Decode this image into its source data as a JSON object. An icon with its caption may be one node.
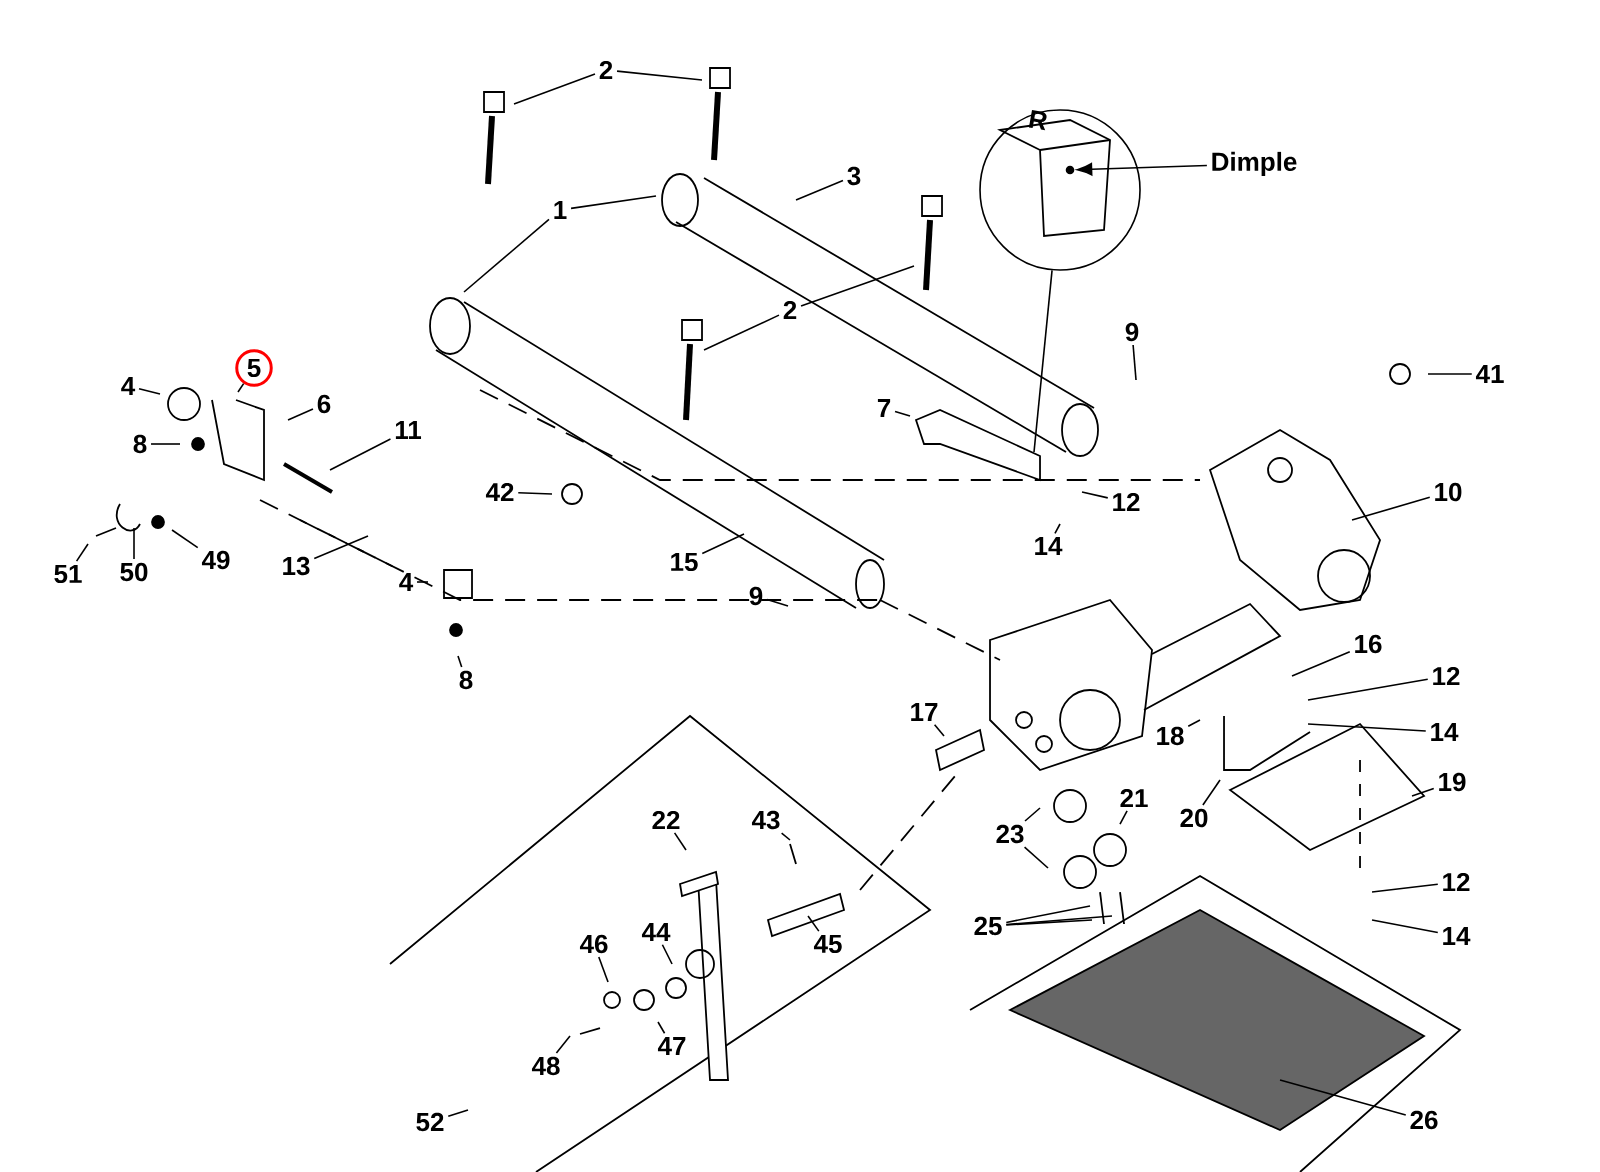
{
  "diagram": {
    "nodes": [
      {
        "text": [
          "2"
        ]
      },
      {
        "text": [
          "Dimple"
        ]
      },
      {
        "text": [],
        "shape": "circle"
      },
      {
        "text": [
          "3"
        ]
      },
      {
        "text": [
          "1"
        ]
      },
      {
        "text": [
          "2"
        ]
      },
      {
        "text": [
          "9"
        ]
      },
      {
        "text": [
          "5"
        ]
      },
      {
        "text": [
          "41"
        ]
      },
      {
        "text": [
          "4"
        ]
      },
      {
        "text": [
          "6"
        ]
      },
      {
        "text": [
          "7"
        ]
      },
      {
        "text": [
          "11"
        ]
      },
      {
        "text": [
          "8"
        ]
      },
      {
        "text": [
          "42"
        ]
      },
      {
        "text": [
          "10"
        ]
      },
      {
        "text": [
          "12"
        ]
      },
      {
        "text": [
          "14"
        ]
      },
      {
        "text": [
          "49"
        ]
      },
      {
        "text": [
          "15"
        ]
      },
      {
        "text": [
          "13"
        ]
      },
      {
        "text": [
          "51"
        ]
      },
      {
        "text": [
          "50"
        ]
      },
      {
        "text": [
          "4"
        ]
      },
      {
        "text": [
          "9"
        ]
      },
      {
        "text": [
          "16"
        ]
      },
      {
        "text": [
          "12"
        ]
      },
      {
        "text": [
          "8"
        ]
      },
      {
        "text": [
          "17"
        ]
      },
      {
        "text": [
          "14"
        ]
      },
      {
        "text": [
          "18"
        ]
      },
      {
        "text": [
          "19"
        ]
      },
      {
        "text": [
          "21"
        ]
      },
      {
        "text": [
          "20"
        ]
      },
      {
        "text": [
          "22"
        ]
      },
      {
        "text": [
          "43"
        ]
      },
      {
        "text": [
          "23"
        ]
      },
      {
        "text": [
          "12"
        ]
      },
      {
        "text": [
          "25"
        ]
      },
      {
        "text": [
          "44"
        ]
      },
      {
        "text": [
          "14"
        ]
      },
      {
        "text": [
          "46"
        ]
      },
      {
        "text": [
          "45"
        ]
      },
      {
        "text": [
          "47"
        ]
      },
      {
        "text": [
          "48"
        ]
      },
      {
        "text": [
          "26"
        ]
      },
      {
        "text": [
          "52"
        ]
      },
      {
        "text": [],
        "shape": "circle",
        "in": 2
      }
    ],
    "edges": [
      {
        "from": 0,
        "to": null,
        "arrow": "none"
      },
      {
        "from": 0,
        "to": null,
        "arrow": "none"
      },
      {
        "from": 1,
        "to": 47,
        "arrow": "to"
      },
      {
        "from": 2,
        "to": null,
        "arrow": "none"
      },
      {
        "from": 3,
        "to": null,
        "arrow": "none"
      },
      {
        "from": 4,
        "to": null,
        "arrow": "none"
      },
      {
        "from": 4,
        "to": null,
        "arrow": "none"
      },
      {
        "from": 5,
        "to": null,
        "arrow": "none"
      },
      {
        "from": 5,
        "to": null,
        "arrow": "none"
      },
      {
        "from": 6,
        "to": null,
        "arrow": "none"
      },
      {
        "from": 7,
        "to": null,
        "arrow": "none"
      },
      {
        "from": 8,
        "to": null,
        "arrow": "none"
      },
      {
        "from": 9,
        "to": null,
        "arrow": "none"
      },
      {
        "from": 10,
        "to": null,
        "arrow": "none"
      },
      {
        "from": 11,
        "to": null,
        "arrow": "none"
      },
      {
        "from": 12,
        "to": null,
        "arrow": "none"
      },
      {
        "from": 13,
        "to": null,
        "arrow": "none"
      },
      {
        "from": 14,
        "to": null,
        "arrow": "none"
      },
      {
        "from": 15,
        "to": null,
        "arrow": "none"
      },
      {
        "from": 16,
        "to": null,
        "arrow": "none"
      },
      {
        "from": 17,
        "to": null,
        "arrow": "none"
      },
      {
        "from": 18,
        "to": null,
        "arrow": "none"
      },
      {
        "from": 19,
        "to": null,
        "arrow": "none"
      },
      {
        "from": 20,
        "to": null,
        "arrow": "none"
      },
      {
        "from": 21,
        "to": null,
        "arrow": "none"
      },
      {
        "from": 22,
        "to": null,
        "arrow": "none"
      },
      {
        "from": 23,
        "to": null,
        "arrow": "none"
      },
      {
        "from": 24,
        "to": null,
        "arrow": "none"
      },
      {
        "from": 25,
        "to": null,
        "arrow": "none"
      },
      {
        "from": 26,
        "to": null,
        "arrow": "none"
      },
      {
        "from": 27,
        "to": null,
        "arrow": "none"
      },
      {
        "from": 28,
        "to": null,
        "arrow": "none"
      },
      {
        "from": 29,
        "to": null,
        "arrow": "none"
      },
      {
        "from": 30,
        "to": null,
        "arrow": "none"
      },
      {
        "from": 31,
        "to": null,
        "arrow": "none"
      },
      {
        "from": 32,
        "to": null,
        "arrow": "none"
      },
      {
        "from": 33,
        "to": null,
        "arrow": "none"
      },
      {
        "from": 34,
        "to": null,
        "arrow": "none"
      },
      {
        "from": 35,
        "to": null,
        "arrow": "none"
      },
      {
        "from": 36,
        "to": null,
        "arrow": "none"
      },
      {
        "from": 36,
        "to": null,
        "arrow": "none"
      },
      {
        "from": 37,
        "to": null,
        "arrow": "none"
      },
      {
        "from": 38,
        "to": null,
        "arrow": "none"
      },
      {
        "from": 38,
        "to": null,
        "arrow": "none"
      },
      {
        "from": 38,
        "to": null,
        "arrow": "none"
      },
      {
        "from": 39,
        "to": null,
        "arrow": "none"
      },
      {
        "from": 40,
        "to": null,
        "arrow": "none"
      },
      {
        "from": 41,
        "to": null,
        "arrow": "none"
      },
      {
        "from": 42,
        "to": null,
        "arrow": "none"
      },
      {
        "from": 43,
        "to": null,
        "arrow": "none"
      },
      {
        "from": 44,
        "to": null,
        "arrow": "none"
      },
      {
        "from": 45,
        "to": null,
        "arrow": "none"
      },
      {
        "from": 46,
        "to": null,
        "arrow": "none"
      }
    ],
    "labels": [
      "R"
    ]
  }
}
